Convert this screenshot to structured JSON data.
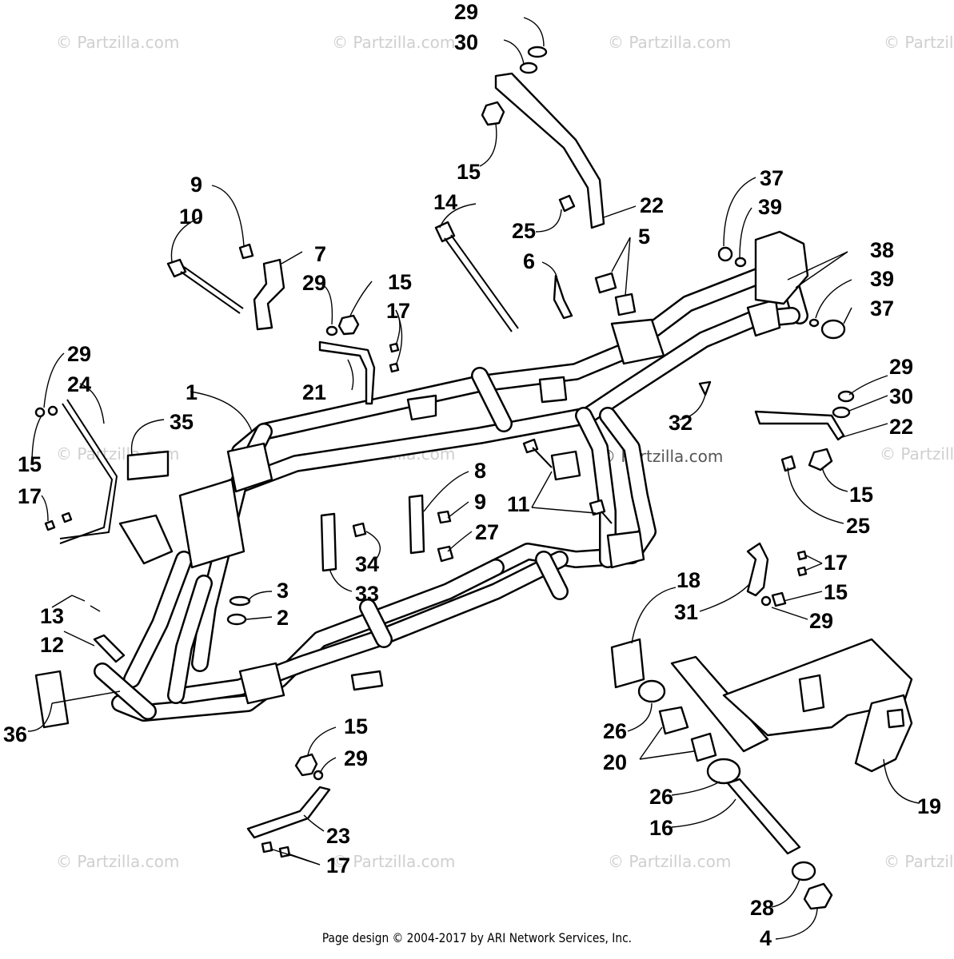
{
  "watermark": "© Partzilla.com",
  "footer": "Page design © 2004-2017 by ARI Network Services, Inc.",
  "callouts": {
    "c1": "1",
    "c2": "2",
    "c3": "3",
    "c4": "4",
    "c5": "5",
    "c6": "6",
    "c7": "7",
    "c8": "8",
    "c9a": "9",
    "c9b": "9",
    "c10": "10",
    "c11": "11",
    "c12": "12",
    "c13": "13",
    "c14": "14",
    "c15a": "15",
    "c15b": "15",
    "c15c": "15",
    "c15d": "15",
    "c15e": "15",
    "c15f": "15",
    "c16": "16",
    "c17a": "17",
    "c17b": "17",
    "c17c": "17",
    "c17d": "17",
    "c18": "18",
    "c19": "19",
    "c20": "20",
    "c21": "21",
    "c22a": "22",
    "c22b": "22",
    "c23": "23",
    "c24": "24",
    "c25a": "25",
    "c25b": "25",
    "c26a": "26",
    "c26b": "26",
    "c27": "27",
    "c28": "28",
    "c29a": "29",
    "c29b": "29",
    "c29c": "29",
    "c29d": "29",
    "c29e": "29",
    "c29f": "29",
    "c30a": "30",
    "c30b": "30",
    "c31": "31",
    "c32": "32",
    "c33": "33",
    "c34": "34",
    "c35": "35",
    "c36": "36",
    "c37a": "37",
    "c37b": "37",
    "c38": "38",
    "c39a": "39",
    "c39b": "39"
  }
}
